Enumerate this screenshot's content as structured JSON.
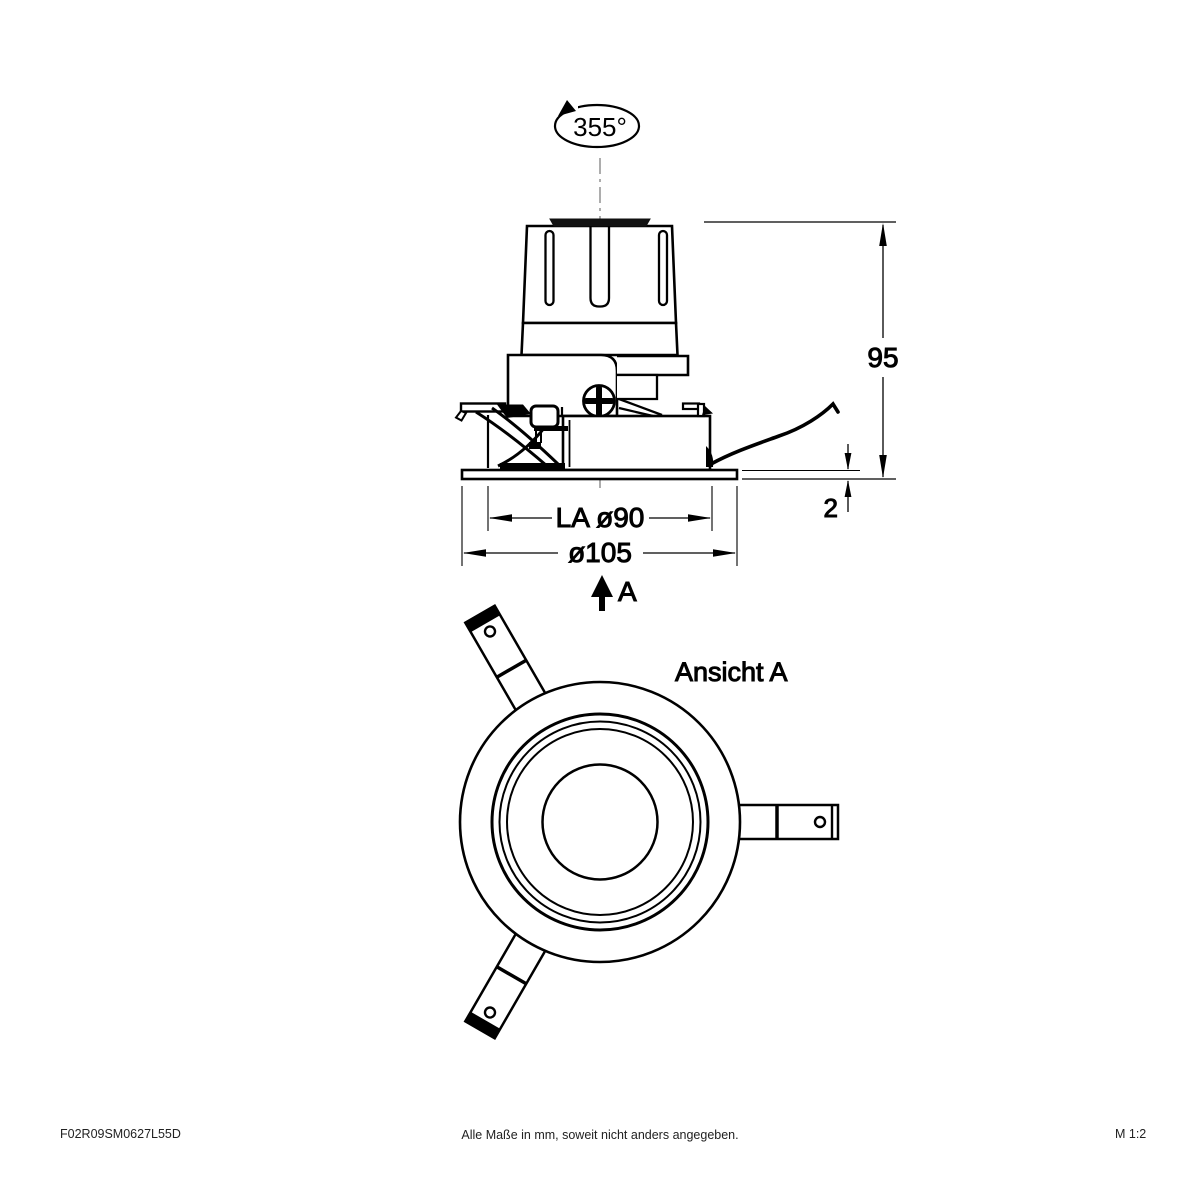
{
  "rotation": {
    "label": "355°"
  },
  "dims": {
    "height": "95",
    "flange": "2",
    "cutout": "LA ø90",
    "diameter": "ø105"
  },
  "views": {
    "front": {
      "arrow_label": "A",
      "title": "Ansicht A"
    }
  },
  "footer": {
    "left": "F02R09SM0627L55D",
    "center": "Alle Maße in mm, soweit nicht anders angegeben.",
    "right": "M 1:2"
  },
  "colors": {
    "line": "#000000",
    "background": "#ffffff",
    "centerline": "#8a8a8a"
  }
}
